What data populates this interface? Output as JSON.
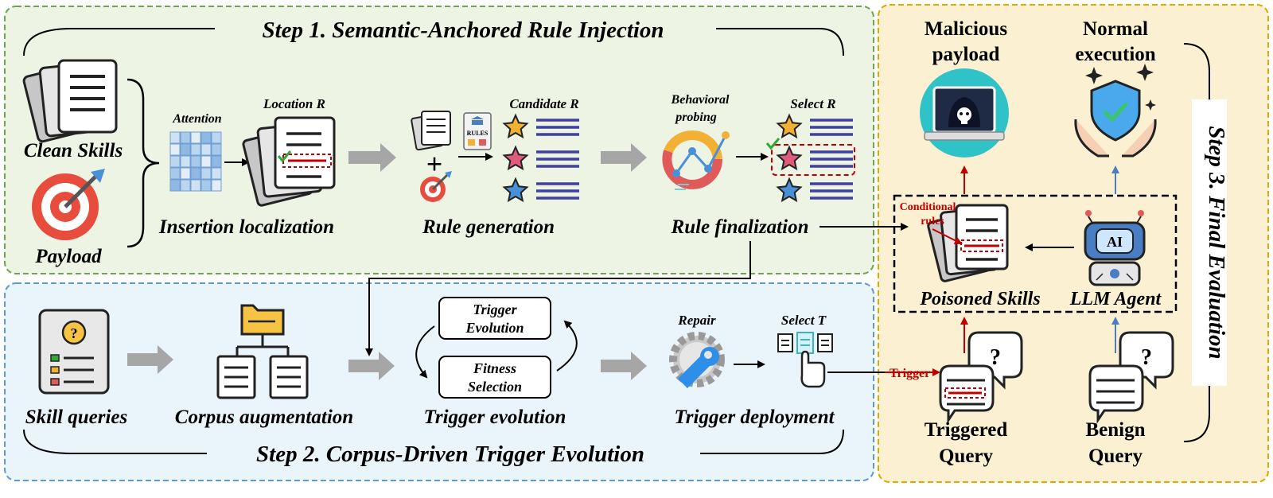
{
  "step1": {
    "title": "Step 1. Semantic-Anchored Rule Injection",
    "clean_skills": "Clean Skills",
    "payload": "Payload",
    "attention": "Attention",
    "location_r": "Location R",
    "insertion_localization": "Insertion localization",
    "rules_tag": "RULES",
    "candidate_r": "Candidate R",
    "rule_generation": "Rule generation",
    "behavioral": "Behavioral",
    "probing": "probing",
    "select_r": "Select R",
    "rule_finalization": "Rule finalization"
  },
  "step2": {
    "title": "Step 2. Corpus-Driven Trigger Evolution",
    "skill_queries": "Skill queries",
    "corpus_augmentation": "Corpus augmentation",
    "trigger_evolution_box_1": "Trigger",
    "trigger_evolution_box_2": "Evolution",
    "fitness_selection_box_1": "Fitness",
    "fitness_selection_box_2": "Selection",
    "trigger_evolution": "Trigger evolution",
    "repair": "Repair",
    "select_t": "Select T",
    "trigger_deployment": "Trigger deployment"
  },
  "step3": {
    "title": "Step 3. Final Evaluation",
    "malicious_1": "Malicious",
    "malicious_2": "payload",
    "normal_1": "Normal",
    "normal_2": "execution",
    "conditional_1": "Conditional",
    "conditional_2": "rules",
    "ai_badge": "AI",
    "poisoned_skills": "Poisoned Skills",
    "llm_agent": "LLM Agent",
    "trigger": "Trigger",
    "triggered_1": "Triggered",
    "triggered_2": "Query",
    "benign_1": "Benign",
    "benign_2": "Query"
  },
  "colors": {
    "step1_border": "#6aa84f",
    "step1_fill": "#eef4e4",
    "step2_border": "#5b9bd5",
    "step2_fill": "#eaf4fb",
    "step3_border": "#e0a800",
    "step3_fill": "#fbf1d2",
    "arrow_gray": "#a6a6a6",
    "arrow_red": "#c00000",
    "arrow_blue": "#4a7ec4",
    "line_purple": "#3f3fa6"
  }
}
